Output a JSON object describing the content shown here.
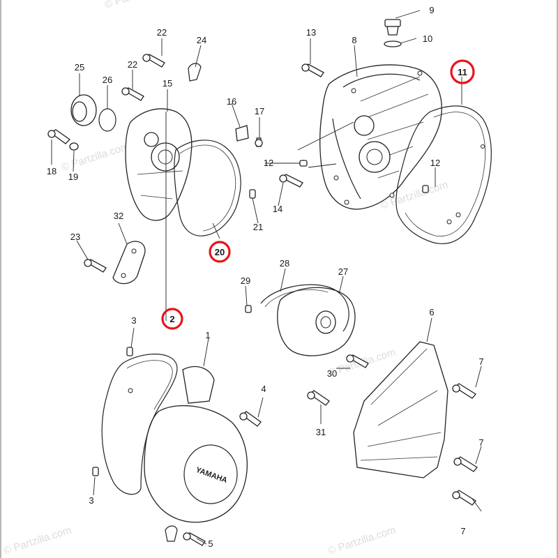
{
  "diagram": {
    "brand_mark": "YAMAHA",
    "watermarks": [
      "© Partzilla.com",
      "© Partzilla.com",
      "© Partzilla.com",
      "© Partzilla.com",
      "© Partzilla.com",
      "© Partzilla.com"
    ],
    "highlight_color": "#e8141b",
    "callouts": [
      {
        "id": "c9",
        "label": "9"
      },
      {
        "id": "c10",
        "label": "10"
      },
      {
        "id": "c13",
        "label": "13"
      },
      {
        "id": "c8",
        "label": "8"
      },
      {
        "id": "c11",
        "label": "11",
        "highlighted": true
      },
      {
        "id": "c12a",
        "label": "12"
      },
      {
        "id": "c12b",
        "label": "12"
      },
      {
        "id": "c14",
        "label": "14"
      },
      {
        "id": "c22a",
        "label": "22"
      },
      {
        "id": "c24",
        "label": "24"
      },
      {
        "id": "c22b",
        "label": "22"
      },
      {
        "id": "c25",
        "label": "25"
      },
      {
        "id": "c26",
        "label": "26"
      },
      {
        "id": "c15",
        "label": "15"
      },
      {
        "id": "c16",
        "label": "16"
      },
      {
        "id": "c17",
        "label": "17"
      },
      {
        "id": "c18",
        "label": "18"
      },
      {
        "id": "c19",
        "label": "19"
      },
      {
        "id": "c21",
        "label": "21"
      },
      {
        "id": "c20",
        "label": "20",
        "highlighted": true
      },
      {
        "id": "c32",
        "label": "32"
      },
      {
        "id": "c23",
        "label": "23"
      },
      {
        "id": "c28",
        "label": "28"
      },
      {
        "id": "c27",
        "label": "27"
      },
      {
        "id": "c29",
        "label": "29"
      },
      {
        "id": "c2",
        "label": "2",
        "highlighted": true
      },
      {
        "id": "c3a",
        "label": "3"
      },
      {
        "id": "c1",
        "label": "1"
      },
      {
        "id": "c4",
        "label": "4"
      },
      {
        "id": "c3b",
        "label": "3"
      },
      {
        "id": "c5",
        "label": "5"
      },
      {
        "id": "c6",
        "label": "6"
      },
      {
        "id": "c7a",
        "label": "7"
      },
      {
        "id": "c7b",
        "label": "7"
      },
      {
        "id": "c7c",
        "label": "7"
      },
      {
        "id": "c30",
        "label": "30"
      },
      {
        "id": "c31",
        "label": "31"
      }
    ]
  }
}
